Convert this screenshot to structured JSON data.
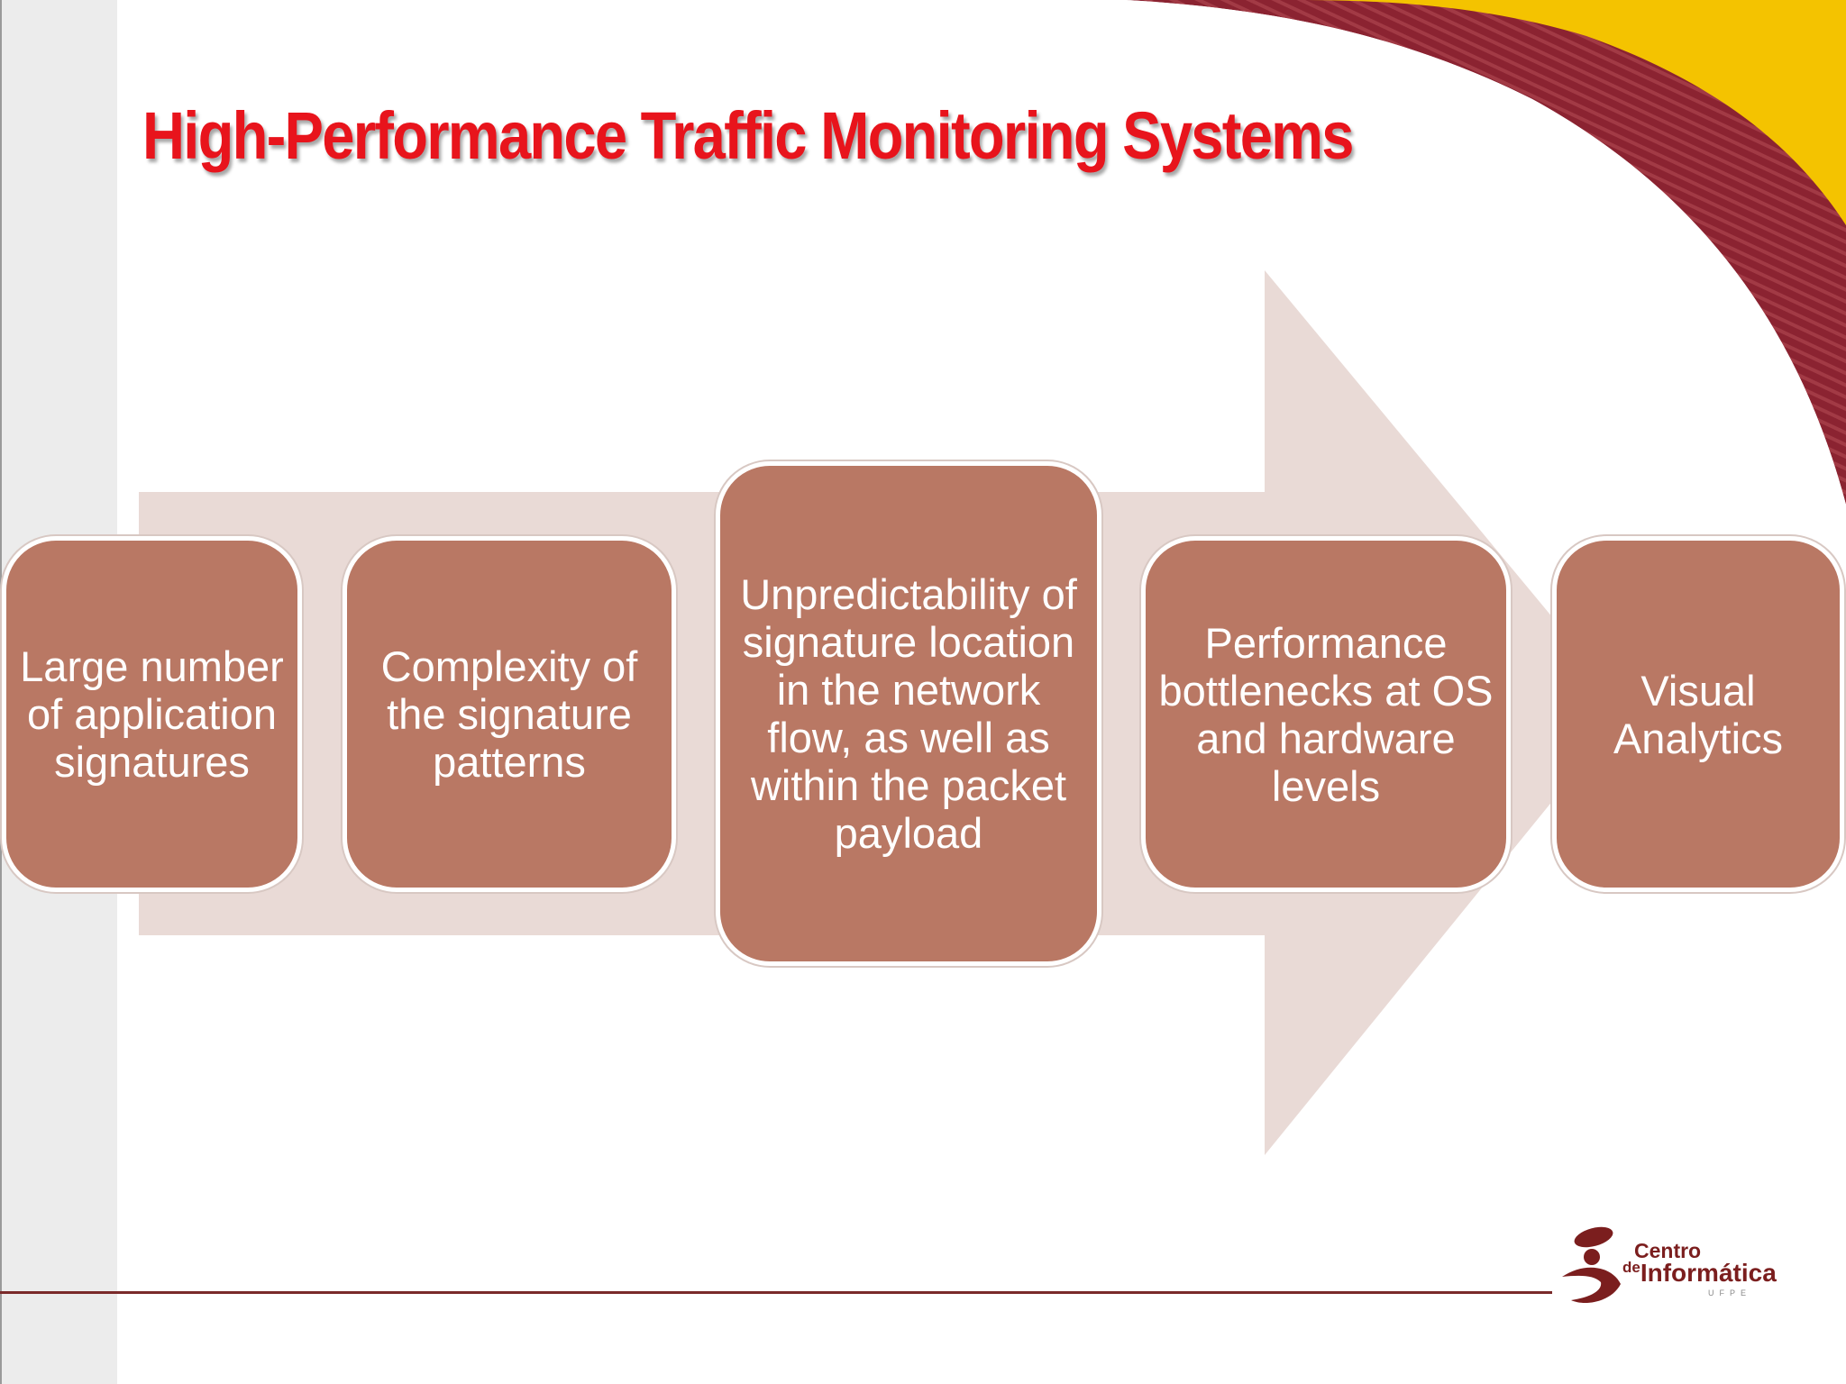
{
  "slide": {
    "title": "High-Performance Traffic Monitoring Systems"
  },
  "process_steps": [
    {
      "label": "Large number of application signatures"
    },
    {
      "label": "Complexity of the signature patterns"
    },
    {
      "label": "Unpredictability of signature location in the network flow, as well as within the packet payload"
    },
    {
      "label": "Performance bottlenecks at OS and hardware levels"
    },
    {
      "label": "Visual Analytics"
    }
  ],
  "logo": {
    "line1": "Centro",
    "line2_prefix": "de",
    "line2": "Informática",
    "line3": "UFPE"
  },
  "colors": {
    "title": "#e8141c",
    "box_fill": "#b97864",
    "arrow_fill": "#e9dad6",
    "corner_red": "#8b2331",
    "corner_yellow": "#f4c300"
  }
}
